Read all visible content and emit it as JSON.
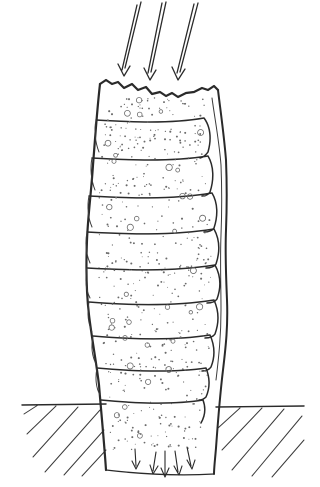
{
  "colors": {
    "ink": "#2a2a2a",
    "background": "#ffffff",
    "stipple": "#6a6a6a"
  },
  "diagram": {
    "incoming_arrows": 3,
    "outgoing_arrows": 5,
    "segments": 9
  }
}
